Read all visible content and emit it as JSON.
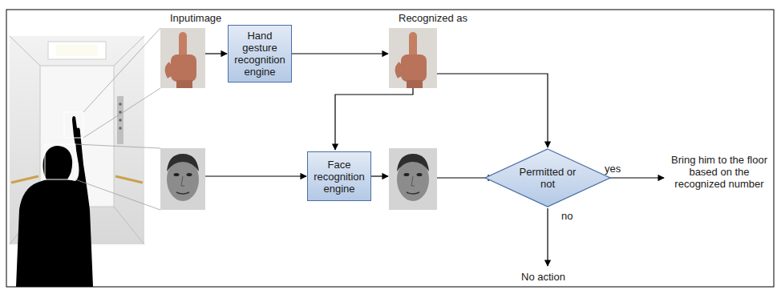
{
  "diagram": {
    "nodes": [
      {
        "text": [
          "Hand gesture recognition engine"
        ]
      },
      {
        "text": [
          "Face recognition engine"
        ]
      },
      {
        "text": [
          "Permitted or not"
        ]
      }
    ],
    "labels": [
      "Inputimage",
      "Recognized as",
      "yes",
      "no",
      "Bring him to the floor based on the recognized number",
      "No action"
    ]
  }
}
